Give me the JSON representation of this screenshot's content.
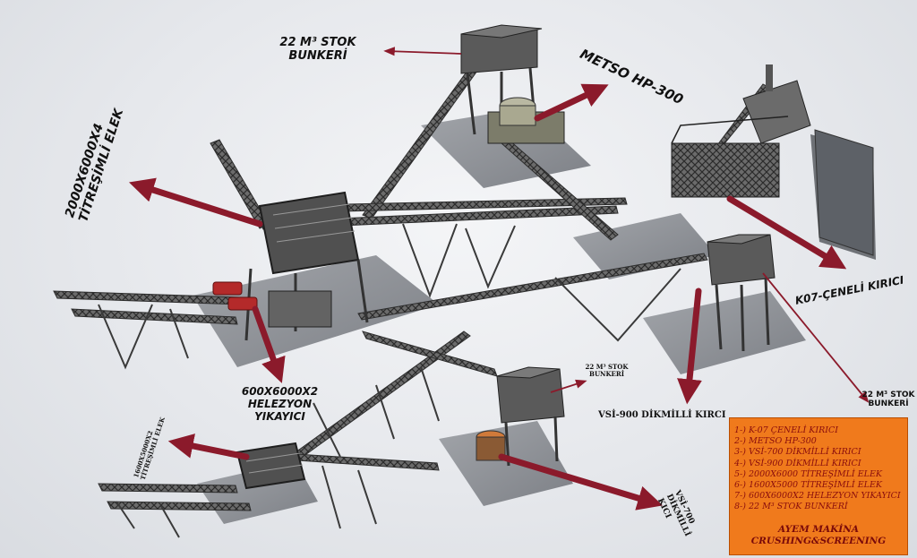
{
  "labels": {
    "bunker_top": [
      "22 M³ STOK",
      "BUNKERİ"
    ],
    "metso": "METSO HP-300",
    "screen_big": [
      "2000X6000X4",
      "TİTREŞİMLİ ELEK"
    ],
    "jaw": "K07-ÇENELİ KIRICI",
    "washer": [
      "600X6000X2",
      "HELEZYON",
      "YIKAYICI"
    ],
    "bunker_mid": [
      "22 M³ STOK",
      "BUNKERİ"
    ],
    "bunker_right": [
      "22 M³ STOK",
      "BUNKERİ"
    ],
    "vsi900": "VSİ-900 DİKMİLLİ KIRCI",
    "screen_small": [
      "1600X5000X2",
      "TİTREŞİMLİ ELEK"
    ],
    "vsi700": [
      "VSİ-700",
      "DİKMİLLİ",
      "KICI"
    ]
  },
  "legend": {
    "items": [
      "1-) K-07 ÇENELİ KIRICI",
      "2-) METSO HP-300",
      "3-) VSİ-700 DİKMİLLİ KIRICI",
      "4-) VSİ-900 DİKMİLLİ KIRICI",
      "5-) 2000X6000 TİTREŞİMLİ ELEK",
      "6-) 1600X5000 TİTREŞİMLİ ELEK",
      "7-) 600X6000X2 HELEZYON YIKAYICI",
      "8-) 22 M³ STOK BUNKERİ"
    ],
    "brand_line1": "AYEM MAKİNA",
    "brand_line2": "CRUSHING&SCREENING"
  },
  "colors": {
    "arrow": "#8b1a2b",
    "legend_bg": "#f07a1c",
    "legend_text": "#8a0d0d",
    "steel": "#3a3a3a",
    "concrete": "#8e9196"
  }
}
